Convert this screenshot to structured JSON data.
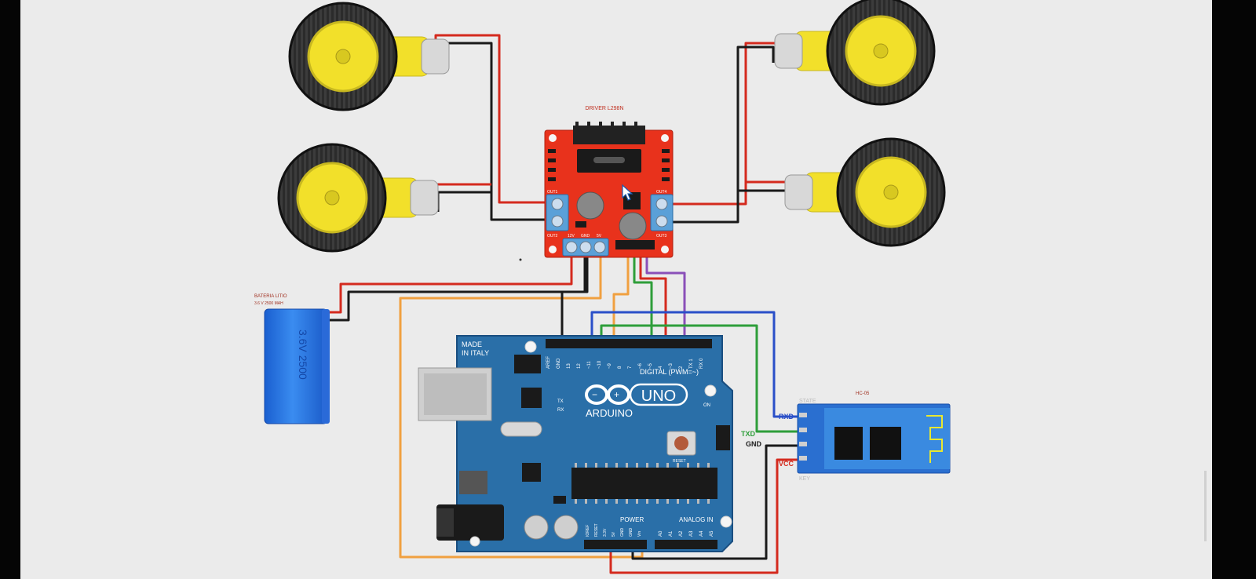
{
  "driver": {
    "title": "DRIVER L298N",
    "out_left_top": "OUT1",
    "out_left_bottom": "OUT2",
    "out_right_top": "OUT4",
    "out_right_bottom": "OUT3",
    "power_12v": "12V",
    "power_gnd": "GND",
    "power_5v": "5V"
  },
  "battery": {
    "title": "BATERIA LITIO",
    "subtitle": "3.6 V 2500 MAH",
    "body_text": "3.6V 2500"
  },
  "arduino": {
    "made_in": "MADE",
    "made_in_2": "IN ITALY",
    "logo": "ARDUINO",
    "model": "UNO",
    "digital_label": "DIGITAL (PWM=~)",
    "power_label": "POWER",
    "analog_label": "ANALOG IN",
    "reset_label": "RESET",
    "on_label": "ON",
    "tx_label": "TX",
    "rx_label": "RX",
    "digital_pins": [
      "AREF",
      "GND",
      "13",
      "12",
      "~11",
      "~10",
      "~9",
      "8",
      "7",
      "~6",
      "~5",
      "4",
      "~3",
      "2",
      "TX 1",
      "RX 0"
    ],
    "power_pins": [
      "IOREF",
      "RESET",
      "3.3V",
      "5V",
      "GND",
      "GND",
      "Vin"
    ],
    "analog_pins": [
      "A0",
      "A1",
      "A2",
      "A3",
      "A4",
      "A5"
    ]
  },
  "bluetooth": {
    "title": "HC-05",
    "state_label": "STATE",
    "en_label": "KEY",
    "pins": [
      "RXD",
      "TXD",
      "GND",
      "VCC"
    ]
  },
  "colors": {
    "background": "#ebebeb",
    "wire_red": "#d42a1e",
    "wire_black": "#1a1a1a",
    "wire_orange": "#f0a040",
    "wire_green": "#2e9e3a",
    "wire_blue": "#2a4fc8",
    "wire_purple": "#8a4fb8",
    "driver_red": "#e8321c",
    "arduino_blue": "#2a6fa8",
    "wheel_yellow": "#f2e02a",
    "battery_blue": "#2a7ae0"
  }
}
